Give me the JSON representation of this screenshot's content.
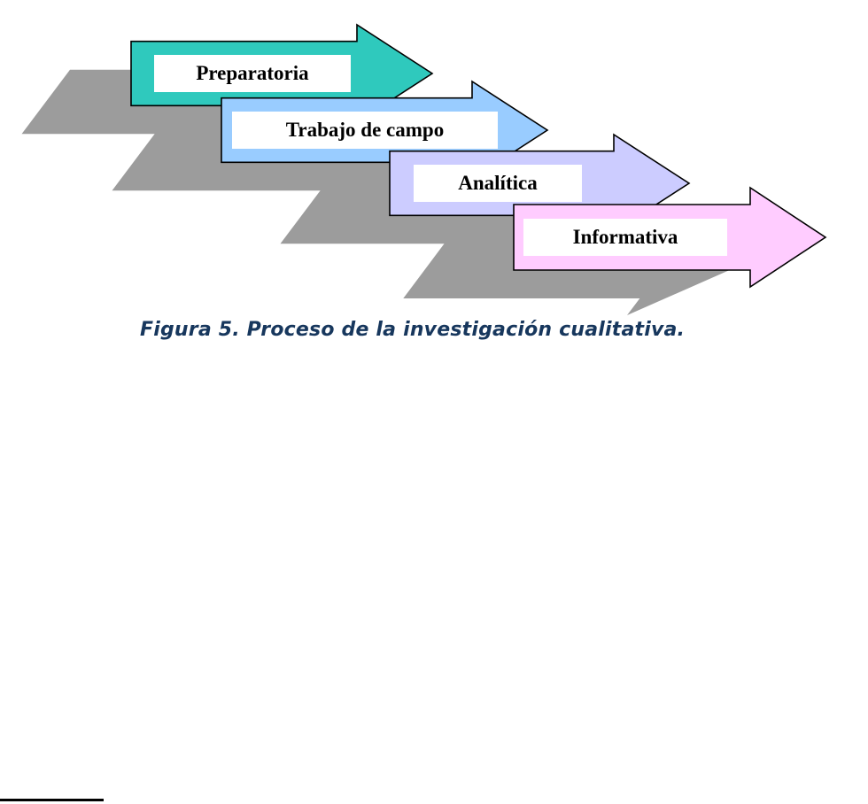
{
  "figure": {
    "caption": "Figura 5. Proceso de la investigación cualitativa.",
    "steps": [
      {
        "label": "Preparatoria",
        "fill": "#2FC9BD"
      },
      {
        "label": "Trabajo de campo",
        "fill": "#99CCFF"
      },
      {
        "label": "Analítica",
        "fill": "#CCCCFF"
      },
      {
        "label": "Informativa",
        "fill": "#FFCCFF"
      }
    ],
    "colors": {
      "shadow": "#9C9C9C",
      "outline": "#000000",
      "label_background": "#FFFFFF",
      "caption_text": "#17375D",
      "page_background": "#FFFFFF",
      "edge_mark": "#000000"
    }
  }
}
